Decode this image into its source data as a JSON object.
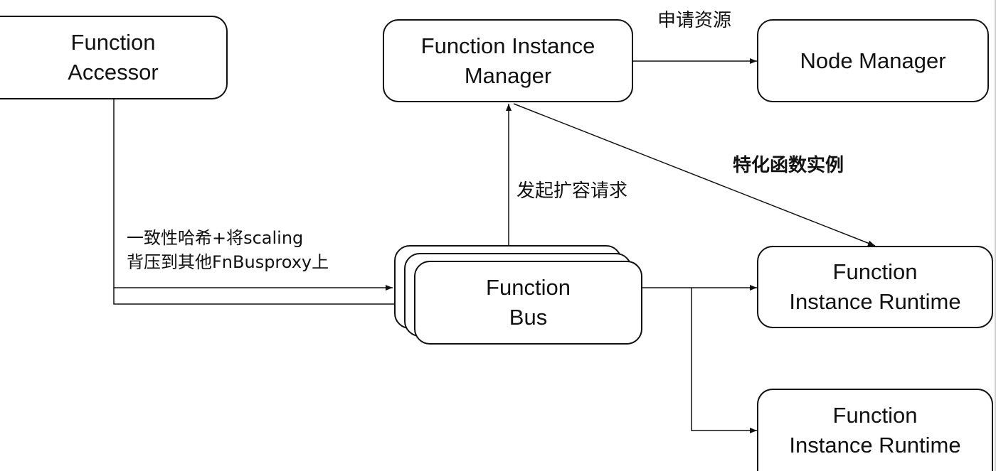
{
  "nodes": {
    "accessor": [
      "Function",
      "Accessor"
    ],
    "instance_manager": [
      "Function Instance",
      "Manager"
    ],
    "node_manager": [
      "Node Manager"
    ],
    "bus": [
      "Function",
      "Bus"
    ],
    "runtime_1": [
      "Function",
      "Instance Runtime"
    ],
    "runtime_2": [
      "Function",
      "Instance Runtime"
    ]
  },
  "edge_labels": {
    "request_resources": "申请资源",
    "specialize_instance": "特化函数实例",
    "scale_request": "发起扩容请求",
    "hash_line_1": "一致性哈希+将scaling",
    "hash_line_2": "背压到其他FnBusproxy上"
  }
}
